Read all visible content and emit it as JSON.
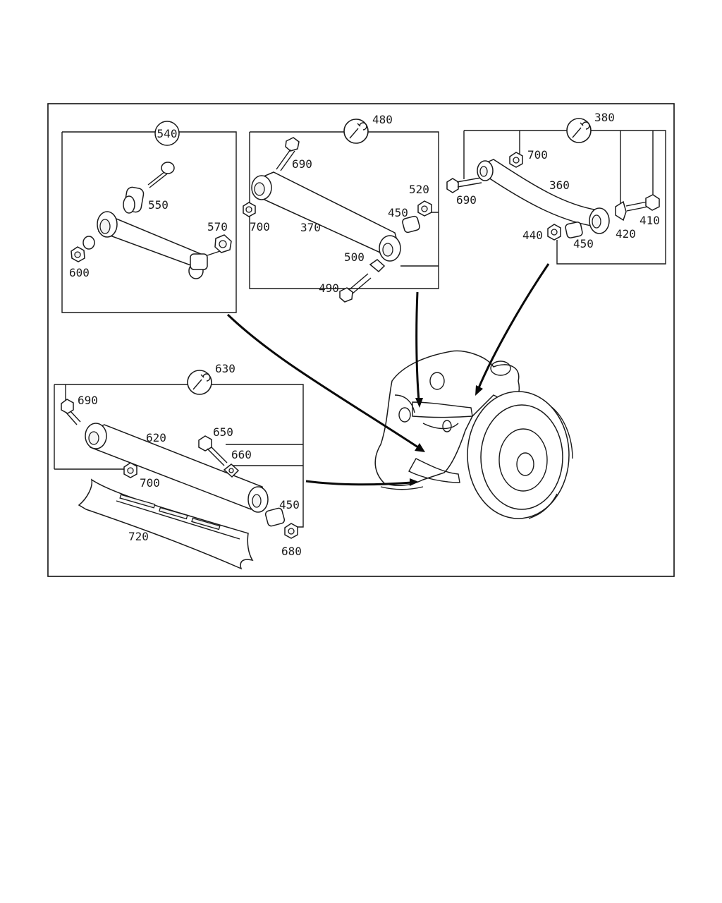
{
  "diagram": {
    "labels": {
      "g540": "540",
      "g480": "480",
      "g380": "380",
      "g630": "630",
      "p550": "550",
      "p570": "570",
      "p600": "600",
      "p690a": "690",
      "p700a": "700",
      "p370": "370",
      "p520": "520",
      "p450a": "450",
      "p500": "500",
      "p490": "490",
      "p700b": "700",
      "p690b": "690",
      "p360": "360",
      "p410": "410",
      "p420": "420",
      "p440": "440",
      "p450b": "450",
      "p690c": "690",
      "p620": "620",
      "p650": "650",
      "p660": "660",
      "p700c": "700",
      "p450c": "450",
      "p720": "720",
      "p680": "680"
    },
    "icons": [
      "wrench-icon"
    ],
    "colors": {
      "line": "#1a1a1a",
      "background": "#ffffff"
    }
  }
}
